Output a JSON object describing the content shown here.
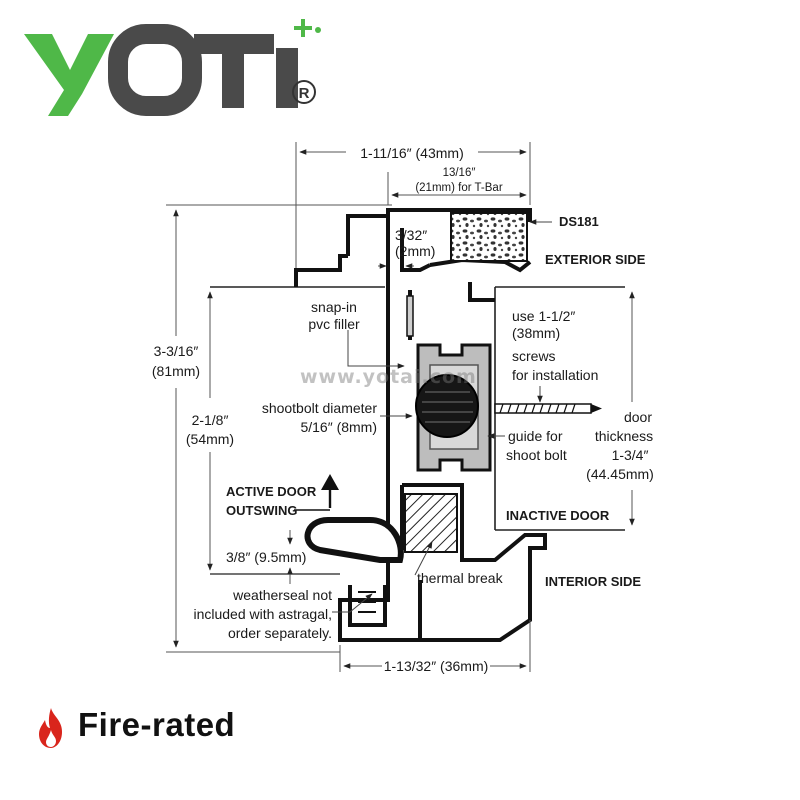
{
  "brand": {
    "name": "YOTI",
    "registered": "®",
    "green": "#4fb848",
    "grey": "#4a4a4a"
  },
  "watermark": "www.yotai.com",
  "product_code": "DS181",
  "dimensions": {
    "overall_width": "1-11/16″ (43mm)",
    "tbar_line1": "13/16″",
    "tbar_line2": "(21mm) for T-Bar",
    "gap_line1": "3/32″",
    "gap_line2": "(2mm)",
    "height_total_line1": "3-3/16″",
    "height_total_line2": "(81mm)",
    "height_inner_line1": "2-1/8″",
    "height_inner_line2": "(54mm)",
    "seal_offset": "3/8″ (9.5mm)",
    "bottom_width": "1-13/32″ (36mm)"
  },
  "labels": {
    "exterior": "EXTERIOR SIDE",
    "interior": "INTERIOR SIDE",
    "snapin_line1": "snap-in",
    "snapin_line2": "pvc filler",
    "screws_line1": "use 1-1/2″",
    "screws_line2": "(38mm)",
    "screws_line3": "screws",
    "screws_line4": "for installation",
    "shootbolt_line1": "shootbolt diameter",
    "shootbolt_line2": "5/16″ (8mm)",
    "guide_line1": "guide for",
    "guide_line2": "shoot bolt",
    "door_line1": "door",
    "door_line2": "thickness",
    "door_line3": "1-3/4″",
    "door_line4": "(44.45mm)",
    "active_line1": "ACTIVE DOOR",
    "active_line2": "OUTSWING",
    "inactive": "INACTIVE DOOR",
    "thermal": "thermal break",
    "weather_line1": "weatherseal not",
    "weather_line2": "included with astragal,",
    "weather_line3": "order separately."
  },
  "badge": {
    "label": "Fire-rated",
    "icon": "flame-icon",
    "color": "#d9251c"
  }
}
